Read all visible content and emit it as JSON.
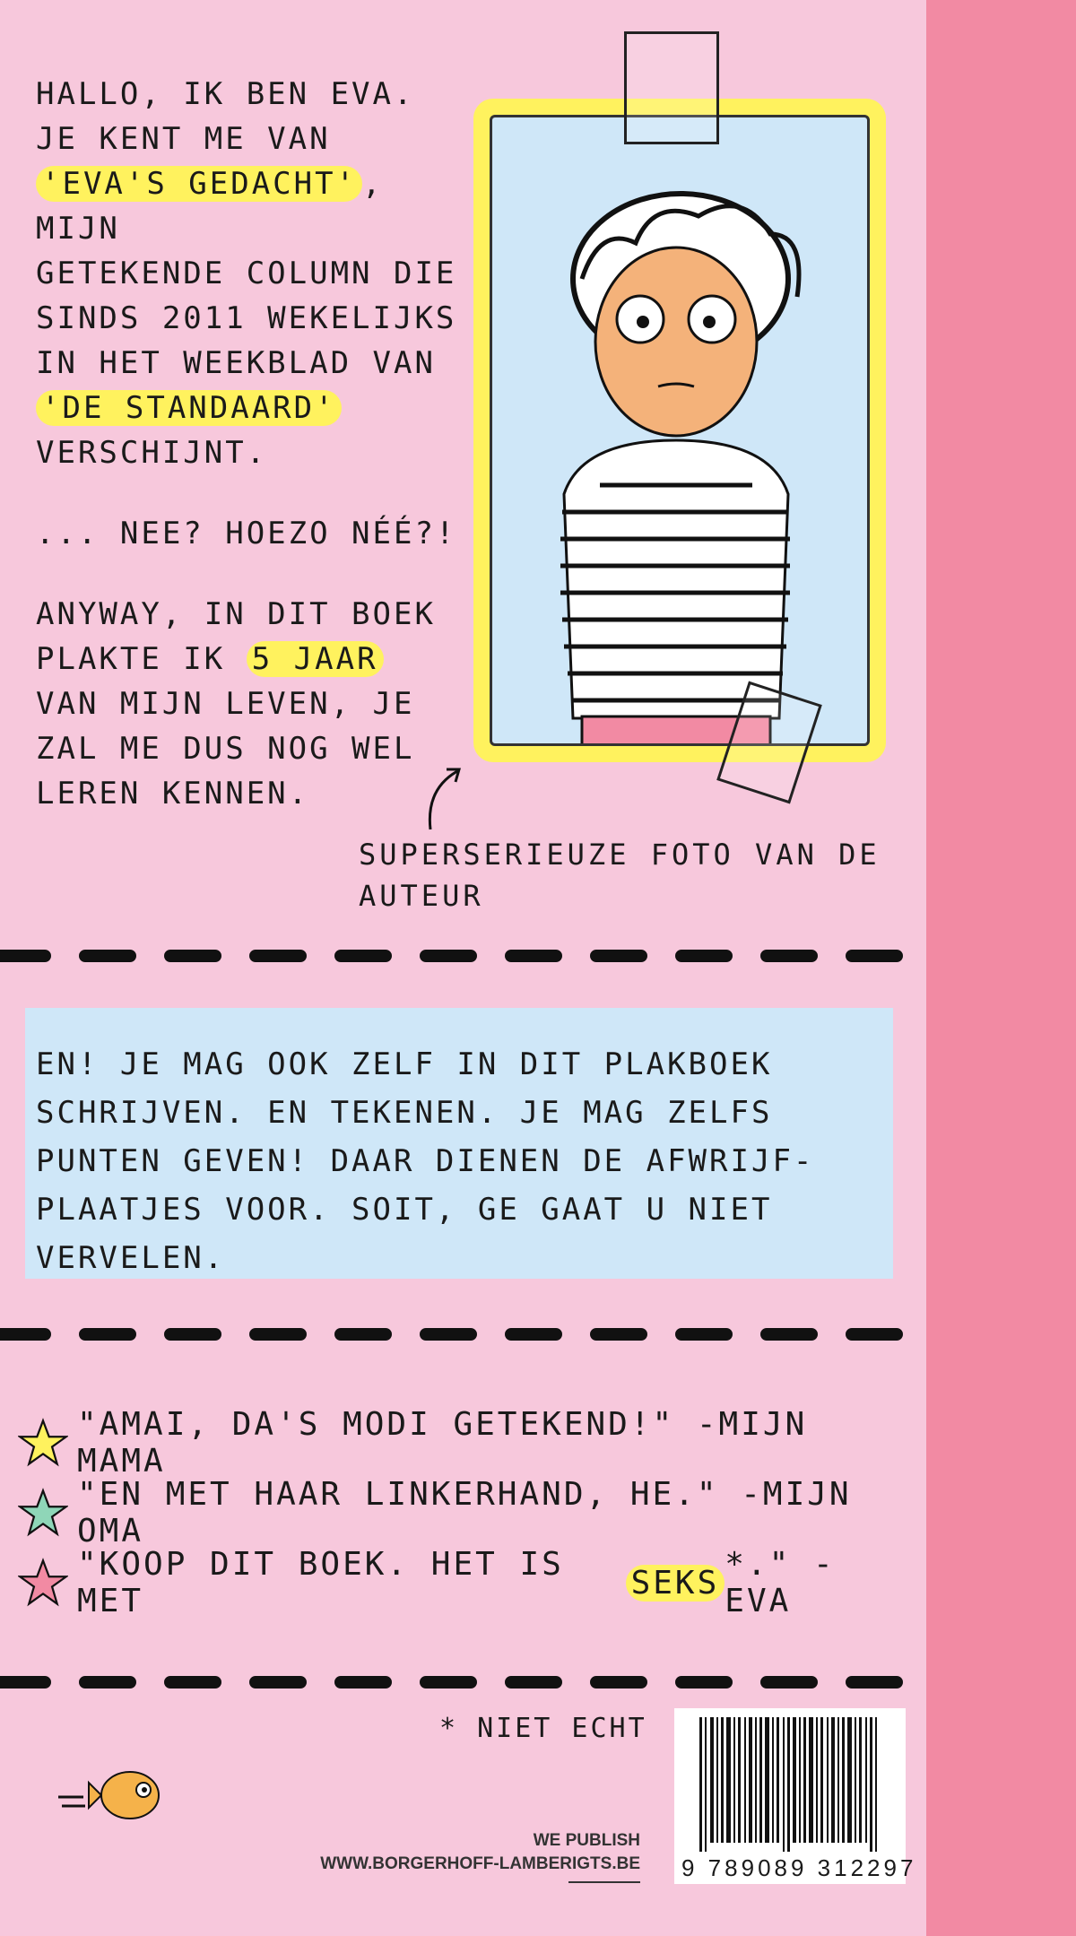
{
  "intro": {
    "p1_line1": "HALLO, IK BEN EVA.",
    "p1_line2": "JE KENT ME VAN",
    "p1_hl1": "'EVA'S GEDACHT'",
    "p1_line3": ", MIJN",
    "p1_line4": "GETEKENDE COLUMN DIE SINDS 2011 WEKELIJKS IN HET WEEKBLAD VAN",
    "p1_hl2": "'DE STANDAARD'",
    "p1_line5": "VERSCHIJNT.",
    "p2": "... NEE? HOEZO NÉÉ?!",
    "p3_a": "ANYWAY, IN DIT BOEK PLAKTE IK",
    "p3_hl": "5 JAAR",
    "p3_b": "VAN MIJN LEVEN, JE ZAL ME DUS NOG WEL LEREN KENNEN."
  },
  "caption": "SUPERSERIEUZE FOTO VAN DE AUTEUR",
  "note": "EN! JE MAG OOK ZELF IN DIT PLAKBOEK SCHRIJVEN. EN TEKENEN. JE MAG ZELFS PUNTEN GEVEN! DAAR DIENEN DE AFWRIJF-PLAATJES VOOR. SOIT, GE GAAT U NIET VERVELEN.",
  "quotes": [
    {
      "text": "\"AMAI, DA'S MODI GETEKEND!\" -MIJN MAMA",
      "color": "#fff25e"
    },
    {
      "text": "\"EN MET HAAR LINKERHAND, HE.\" -MIJN OMA",
      "color": "#8fd6b8"
    },
    {
      "pre": "\"KOOP DIT BOEK. HET IS MET ",
      "hl": "SEKS",
      "post": "*.\" - EVA",
      "color": "#f28aa3"
    }
  ],
  "footnote": "* NIET ECHT",
  "publisher": {
    "line1": "WE PUBLISH",
    "line2": "WWW.BORGERHOFF-LAMBERIGTS.BE"
  },
  "isbn": "9 789089 312297",
  "colors": {
    "background": "#f7c8dc",
    "spine": "#f28aa3",
    "highlight": "#fff25e",
    "note": "#cfe7f8"
  }
}
